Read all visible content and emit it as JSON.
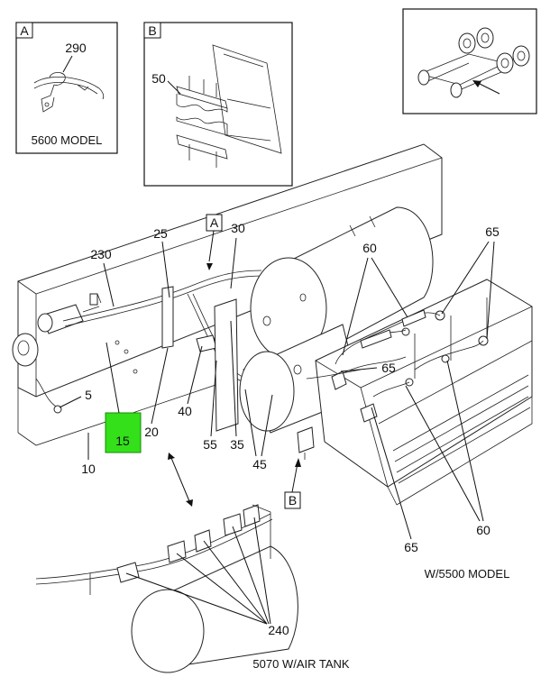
{
  "insets": {
    "a": {
      "letter": "A",
      "callout": "290",
      "caption": "5600 MODEL"
    },
    "b": {
      "letter": "B",
      "callout": "50"
    },
    "c": {}
  },
  "views": {
    "a_marker": "A",
    "b_marker": "B",
    "caption_w5500": "W/5500 MODEL",
    "caption_5070": "5070 W/AIR TANK"
  },
  "callouts": {
    "c230": "230",
    "c25": "25",
    "c30": "30",
    "c60_top": "60",
    "c65_top": "65",
    "c5": "5",
    "c15": "15",
    "c20": "20",
    "c10": "10",
    "c40": "40",
    "c55": "55",
    "c35": "35",
    "c45": "45",
    "c65_mid": "65",
    "c65_low": "65",
    "c60_low": "60",
    "c240": "240"
  },
  "highlight": {
    "part": "15",
    "color": "#33e01a"
  }
}
